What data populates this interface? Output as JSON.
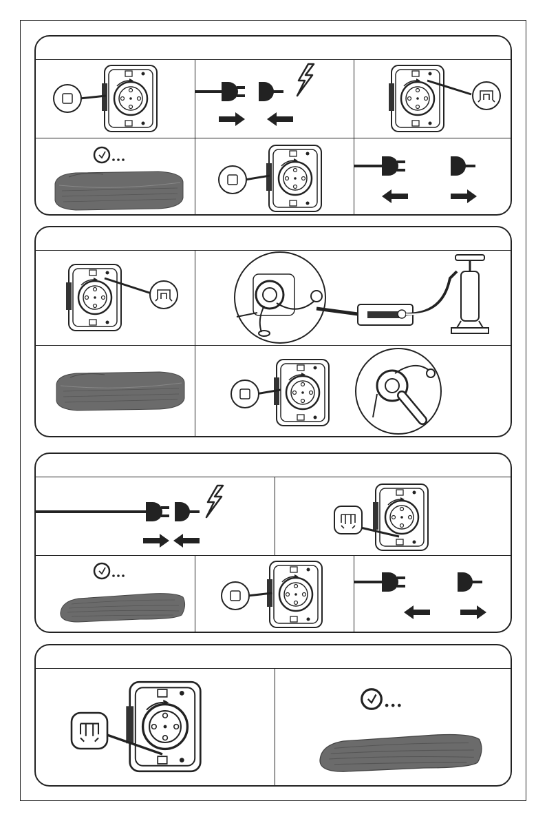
{
  "document": {
    "sections": [
      {
        "id": "inflate-electric",
        "rows": 2
      },
      {
        "id": "inflate-manual-pump",
        "rows": 2
      },
      {
        "id": "deflate-electric",
        "rows": 2
      },
      {
        "id": "deflate-manual",
        "rows": 1
      }
    ]
  },
  "icons": {
    "valve": "valve-closeup-icon",
    "plug": "power-plug-icon",
    "lightning": "lightning-icon",
    "timer": "timer-icon",
    "mattress": "air-mattress-icon",
    "inflate": "inflate-symbol-icon",
    "deflate": "deflate-symbol-icon",
    "knob": "off-knob-icon",
    "pump": "hand-pump-icon"
  },
  "colors": {
    "ink": "#222222",
    "mattress": "#6b6b6b",
    "mattress_dark": "#4a4a4a"
  }
}
